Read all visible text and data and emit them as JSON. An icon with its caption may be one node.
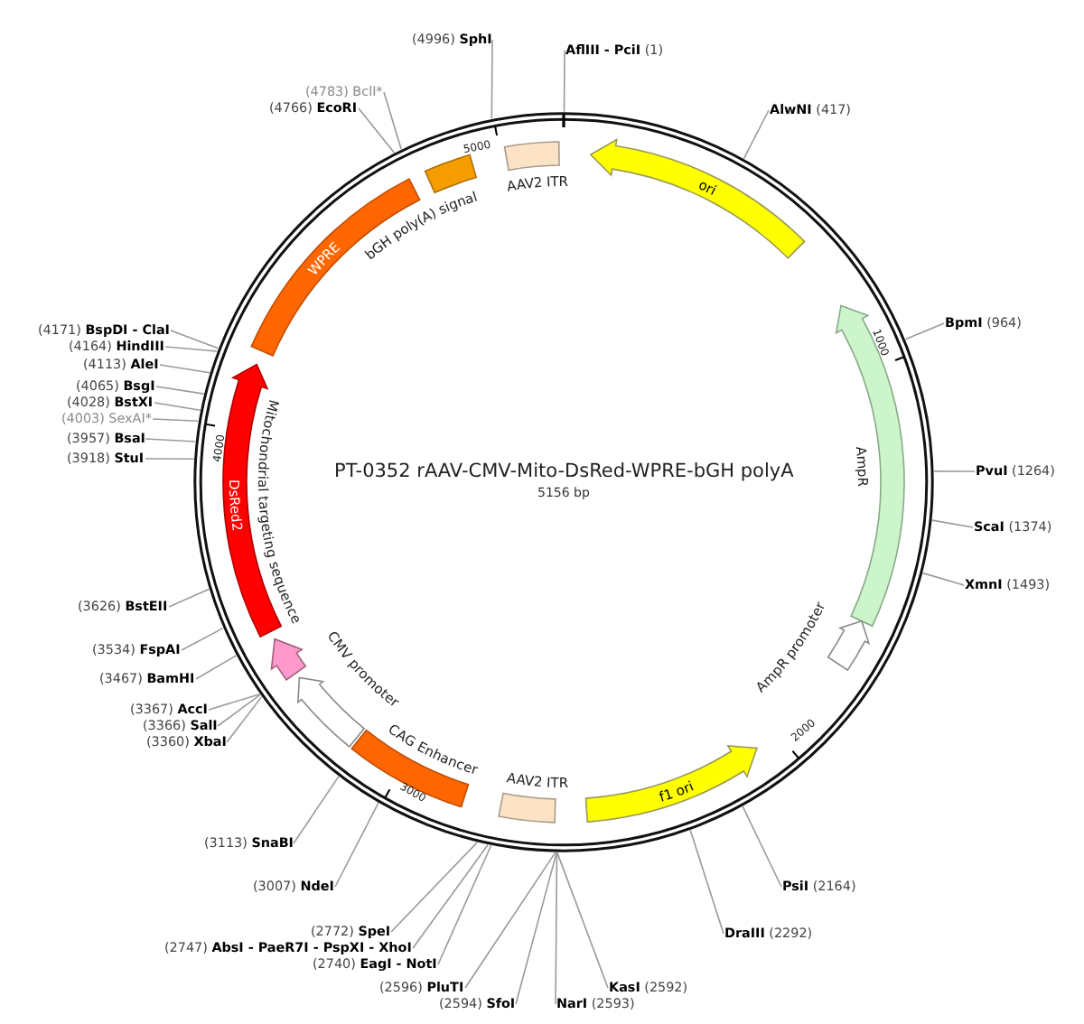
{
  "diagram": {
    "title": "PT-0352 rAAV-CMV-Mito-DsRed-WPRE-bGH polyA",
    "nodes": [
      {
        "text": [
          "AAV2 ITR"
        ]
      },
      {
        "text": [
          "ori"
        ]
      },
      {
        "text": [
          "AmpR"
        ]
      },
      {
        "text": [
          "AmpR promoter"
        ]
      },
      {
        "text": [
          "f1 ori"
        ]
      },
      {
        "text": [
          "AAV2 ITR"
        ]
      },
      {
        "text": [
          "CAG Enhancer"
        ]
      },
      {
        "text": [
          "CMV promoter"
        ]
      },
      {
        "text": [
          "Mitochondrial targeting sequence"
        ]
      },
      {
        "text": [
          "DsRed2"
        ]
      },
      {
        "text": [
          "WPRE"
        ]
      },
      {
        "text": [
          "bGH poly(A) signal"
        ]
      },
      {
        "text": [
          "**AflIII - PciI** (1)"
        ]
      },
      {
        "text": [
          "**AlwNI** (417)"
        ]
      },
      {
        "text": [
          "**BpmI** (964)"
        ]
      },
      {
        "text": [
          "**PvuI** (1264)"
        ]
      },
      {
        "text": [
          "**ScaI** (1374)"
        ]
      },
      {
        "text": [
          "**XmnI** (1493)"
        ]
      },
      {
        "text": [
          "**PsiI** (2164)"
        ]
      },
      {
        "text": [
          "**DraIII** (2292)"
        ]
      },
      {
        "text": [
          "**KasI** (2592)"
        ]
      },
      {
        "text": [
          "**NarI** (2593)"
        ]
      },
      {
        "text": [
          "(2594) **SfoI**"
        ]
      },
      {
        "text": [
          "(2596) **PluTI**"
        ]
      },
      {
        "text": [
          "(2740) **EagI - NotI**"
        ]
      },
      {
        "text": [
          "(2747) **AbsI - PaeR7I - PspXI - XhoI**"
        ]
      },
      {
        "text": [
          "(2772) **SpeI**"
        ]
      },
      {
        "text": [
          "(3007) **NdeI**"
        ]
      },
      {
        "text": [
          "(3113) **SnaBI**"
        ]
      },
      {
        "text": [
          "(3360) **XbaI**"
        ]
      },
      {
        "text": [
          "(3366) **SalI**"
        ]
      },
      {
        "text": [
          "(3367) **AccI**"
        ]
      },
      {
        "text": [
          "(3467) **BamHI**"
        ]
      },
      {
        "text": [
          "(3534) **FspAI**"
        ]
      },
      {
        "text": [
          "(3626) **BstEII**"
        ]
      },
      {
        "text": [
          "(3918) **StuI**"
        ]
      },
      {
        "text": [
          "(3957) **BsaI**"
        ]
      },
      {
        "text": [
          "(4003) SexAI*"
        ]
      },
      {
        "text": [
          "(4028) **BstXI**"
        ]
      },
      {
        "text": [
          "(4065) **BsgI**"
        ]
      },
      {
        "text": [
          "(4113) **AleI**"
        ]
      },
      {
        "text": [
          "(4164) **HindIII**"
        ]
      },
      {
        "text": [
          "(4171) **BspDI - ClaI**"
        ]
      },
      {
        "text": [
          "(4766) **EcoRI**"
        ]
      },
      {
        "text": [
          "(4783) BclI*"
        ]
      },
      {
        "text": [
          "(4996) **SphI**"
        ]
      }
    ],
    "edges": [
      {
        "from": 12,
        "to": null,
        "arrow": "none"
      },
      {
        "from": 13,
        "to": null,
        "arrow": "none"
      },
      {
        "from": 14,
        "to": null,
        "arrow": "none"
      },
      {
        "from": 15,
        "to": null,
        "arrow": "none"
      },
      {
        "from": 16,
        "to": null,
        "arrow": "none"
      },
      {
        "from": 17,
        "to": null,
        "arrow": "none"
      },
      {
        "from": 18,
        "to": null,
        "arrow": "none"
      },
      {
        "from": 19,
        "to": null,
        "arrow": "none"
      },
      {
        "from": 20,
        "to": null,
        "arrow": "none"
      },
      {
        "from": 21,
        "to": null,
        "arrow": "none"
      },
      {
        "from": 22,
        "to": null,
        "arrow": "none"
      },
      {
        "from": 23,
        "to": null,
        "arrow": "none"
      },
      {
        "from": 24,
        "to": null,
        "arrow": "none"
      },
      {
        "from": 25,
        "to": null,
        "arrow": "none"
      },
      {
        "from": 26,
        "to": null,
        "arrow": "none"
      },
      {
        "from": 27,
        "to": null,
        "arrow": "none"
      },
      {
        "from": 28,
        "to": null,
        "arrow": "none"
      },
      {
        "from": 29,
        "to": null,
        "arrow": "none"
      },
      {
        "from": 30,
        "to": null,
        "arrow": "none"
      },
      {
        "from": 31,
        "to": null,
        "arrow": "none"
      },
      {
        "from": 32,
        "to": null,
        "arrow": "none"
      },
      {
        "from": 33,
        "to": null,
        "arrow": "none"
      },
      {
        "from": 34,
        "to": null,
        "arrow": "none"
      },
      {
        "from": 35,
        "to": null,
        "arrow": "none"
      },
      {
        "from": 36,
        "to": null,
        "arrow": "none"
      },
      {
        "from": 37,
        "to": null,
        "arrow": "none"
      },
      {
        "from": 38,
        "to": null,
        "arrow": "none"
      },
      {
        "from": 39,
        "to": null,
        "arrow": "none"
      },
      {
        "from": 40,
        "to": null,
        "arrow": "none"
      },
      {
        "from": 41,
        "to": null,
        "arrow": "none"
      },
      {
        "from": 42,
        "to": null,
        "arrow": "none"
      },
      {
        "from": 43,
        "to": null,
        "arrow": "none"
      },
      {
        "from": 44,
        "to": null,
        "arrow": "none"
      },
      {
        "from": 45,
        "to": null,
        "arrow": "none"
      }
    ],
    "labels": [
      "5156 bp",
      "1000",
      "2000",
      "3000",
      "4000",
      "5000"
    ]
  }
}
